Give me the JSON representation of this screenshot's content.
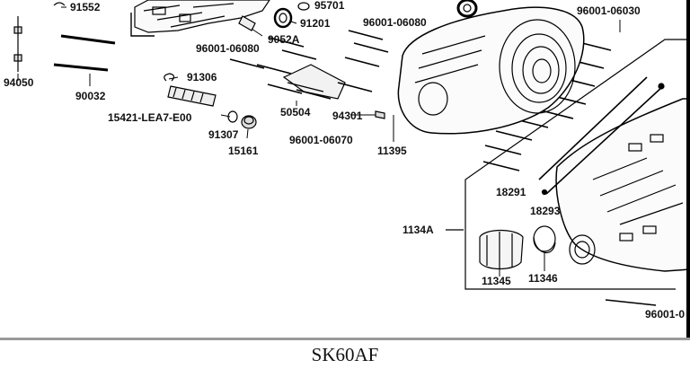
{
  "diagram": {
    "part_labels": {
      "p91552": "91552",
      "p95701": "95701",
      "p91201": "91201",
      "p9052A": "9052A",
      "p96001_06080_top": "96001-06080",
      "p96001_06030": "96001-06030",
      "p94050": "94050",
      "p90032": "90032",
      "p96001_06080_mid": "96001-06080",
      "p91306": "91306",
      "p15421": "15421-LEA7-E00",
      "p50504": "50504",
      "p94301": "94301",
      "p91307": "91307",
      "p15161": "15161",
      "p96001_06070": "96001-06070",
      "p11395": "11395",
      "p18291": "18291",
      "p18293": "18293",
      "p1134A": "1134A",
      "p11345": "11345",
      "p11346": "11346",
      "p96001_cut": "96001-0"
    }
  },
  "footer": {
    "model_code": "SK60AF"
  }
}
